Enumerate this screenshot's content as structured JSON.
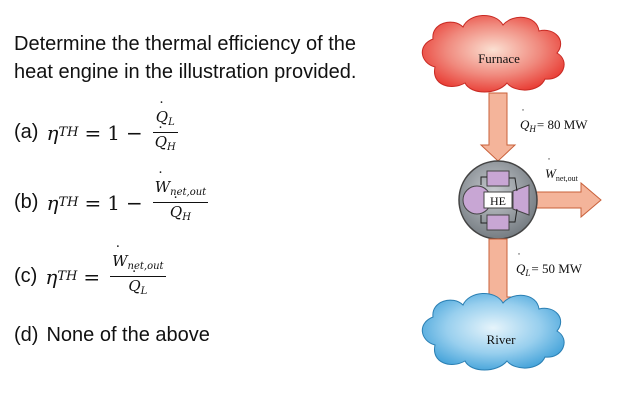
{
  "question": "Determine the thermal efficiency of the heat engine in the illustration provided.",
  "options": [
    {
      "label": "(a)",
      "eta": "η",
      "eta_sub": "TH",
      "eq": "=",
      "one": "1",
      "minus": "−",
      "num": "Q",
      "num_sub": "L",
      "den": "Q",
      "den_sub": "H"
    },
    {
      "label": "(b)",
      "eta": "η",
      "eta_sub": "TH",
      "eq": "=",
      "one": "1",
      "minus": "−",
      "num": "W",
      "num_sub": "net,out",
      "den": "Q",
      "den_sub": "H"
    },
    {
      "label": "(c)",
      "eta": "η",
      "eta_sub": "TH",
      "eq": "=",
      "num": "W",
      "num_sub": "net,out",
      "den": "Q",
      "den_sub": "L"
    },
    {
      "label": "(d)",
      "text": "None of the above"
    }
  ],
  "diagram": {
    "source": "Furnace",
    "sink": "River",
    "engine": "HE",
    "qh_sym": "Q",
    "qh_sub": "H",
    "qh_value": "= 80 MW",
    "ql_sym": "Q",
    "ql_sub": "L",
    "ql_value": "= 50 MW",
    "w_sym": "W",
    "w_sub": "net,out",
    "colors": {
      "furnace": "#e8352d",
      "river": "#3d9fd8",
      "arrow": "#f4b49a",
      "engine": "#9aa0a5",
      "box": "#c8a6d4"
    }
  }
}
